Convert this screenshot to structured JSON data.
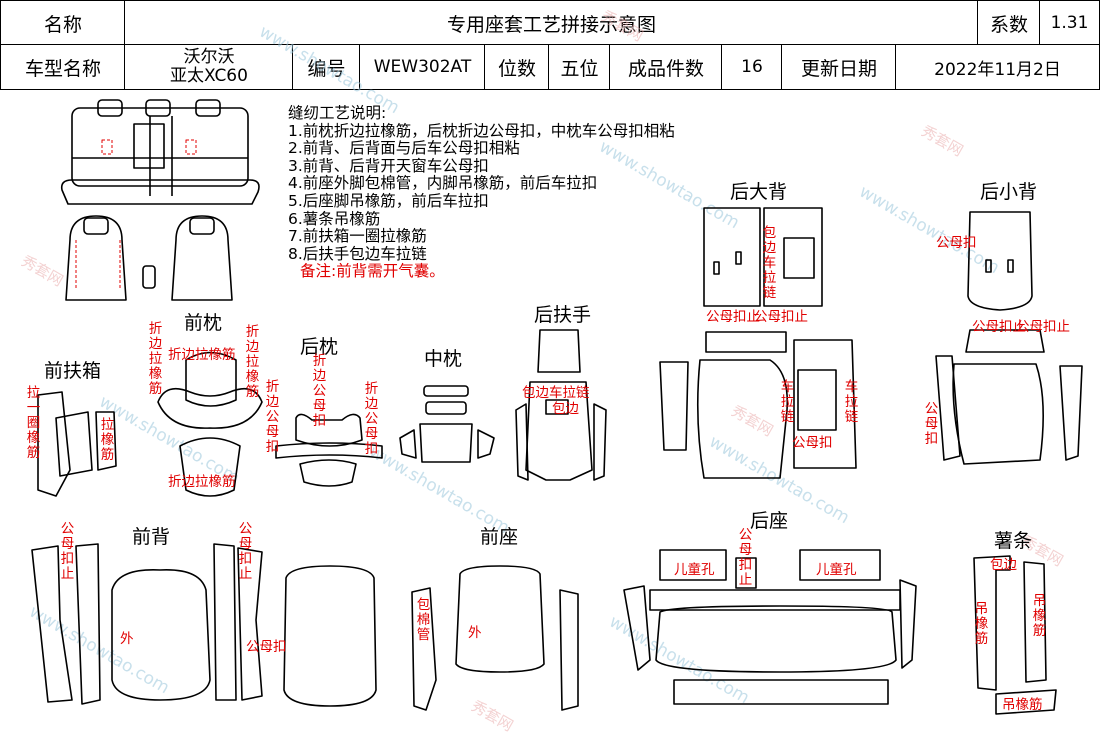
{
  "header": {
    "name_label": "名称",
    "title": "专用座套工艺拼接示意图",
    "factor_label": "系数",
    "factor_value": "1.31",
    "model_label": "车型名称",
    "model_line1": "沃尔沃",
    "model_line2": "亚太XC60",
    "code_label": "编号",
    "code_value": "WEW302AT",
    "seats_label": "位数",
    "seats_value": "五位",
    "pieces_label": "成品件数",
    "pieces_value": "16",
    "date_label": "更新日期",
    "date_value": "2022年11月2日"
  },
  "notes": {
    "heading": "缝纫工艺说明:",
    "items": [
      "1.前枕折边拉橡筋，后枕折边公母扣，中枕车公母扣相粘",
      "2.前背、后背面与后车公母扣相粘",
      "3.前背、后背开天窗车公母扣",
      "4.前座外脚包棉管，内脚吊橡筋，前后车拉扣",
      "5.后座脚吊橡筋，前后车拉扣",
      "6.薯条吊橡筋",
      "7.前扶箱一圈拉橡筋",
      "8.后扶手包边车拉链"
    ],
    "remark": "备注:前背需开气囊。"
  },
  "sections": {
    "front_pillow": "前枕",
    "rear_pillow": "后枕",
    "mid_pillow": "中枕",
    "rear_armrest": "后扶手",
    "rear_big_back": "后大背",
    "rear_small_back": "后小背",
    "front_armbox": "前扶箱",
    "front_back": "前背",
    "front_seat": "前座",
    "rear_seat": "后座",
    "fries": "薯条"
  },
  "annotations": {
    "fold_elastic": "折边拉橡筋",
    "fold_elastic_bottom": "折边拉橡筋",
    "fold_snap": "折边公母扣",
    "pull_elastic_loop": "拉一圈橡筋",
    "pull_elastic": "拉橡筋",
    "bind_zipper": "包边车拉链",
    "bind_edge": "包边",
    "bind_zip_v": "包边车拉链",
    "snap": "公母扣",
    "snap_stop": "公母扣止",
    "car_zipper": "车拉链",
    "outer": "外",
    "bind_cotton": "包棉管",
    "child_hole": "儿童孔",
    "hang_elastic": "吊橡筋"
  },
  "watermark": {
    "url": "www.showtao.com",
    "brand": "秀套网"
  },
  "colors": {
    "line": "#000000",
    "annotation": "#e00000",
    "watermark_blue": "#9cc7dc",
    "watermark_red": "#e8a6a6"
  }
}
